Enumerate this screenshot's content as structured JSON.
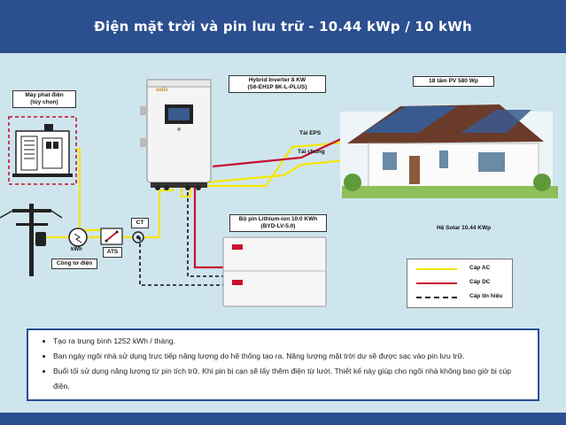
{
  "header": {
    "title": "Điện mặt trời và pin lưu trữ - 10.44 kWp / 10 kWh"
  },
  "labels": {
    "generator": [
      "Máy phát điện",
      "(tùy chọn)"
    ],
    "inverter": [
      "Hybrid Inverter 8 KW",
      "(S6-EH1P 8K-L-PLUS)"
    ],
    "inverter_brand": "solis",
    "pv": "18 tấm PV 580 Wp",
    "eps_load": "Tải EPS",
    "common_load": "Tải chung",
    "battery": [
      "Bộ pin Lithium-ion 10.0 KWh",
      "(BYD-LV-5.0)"
    ],
    "ct": "CT",
    "ats": "ATS",
    "meter": "Công tơ điện",
    "meter_unit": "kWh",
    "solar_system": "Hệ Solar 10.44 KWp"
  },
  "legend": {
    "items": [
      {
        "label": "Cáp AC",
        "color": "#f4e600",
        "style": "solid"
      },
      {
        "label": "Cáp DC",
        "color": "#c8102e",
        "style": "solid"
      },
      {
        "label": "Cáp tín hiệu",
        "color": "#111111",
        "style": "dashed"
      }
    ]
  },
  "info": {
    "bullets": [
      "Tạo ra trung bình 1252 kWh / tháng.",
      "Ban ngày ngôi nhà sử dụng trực tiếp năng lượng do hệ thống tạo ra. Năng lượng mặt trời dư sẽ được sạc vào pin lưu trữ.",
      "Buổi tối sử dụng năng lượng từ pin tích trữ. Khi pin bị cạn sẽ lấy thêm điện từ lưới. Thiết kế này giúp cho ngôi nhà không bao giờ bị cúp điện."
    ]
  },
  "colors": {
    "brand": "#2b4f8f",
    "ac_cable": "#f4e600",
    "dc_cable": "#c8102e",
    "signal_cable": "#111111"
  }
}
